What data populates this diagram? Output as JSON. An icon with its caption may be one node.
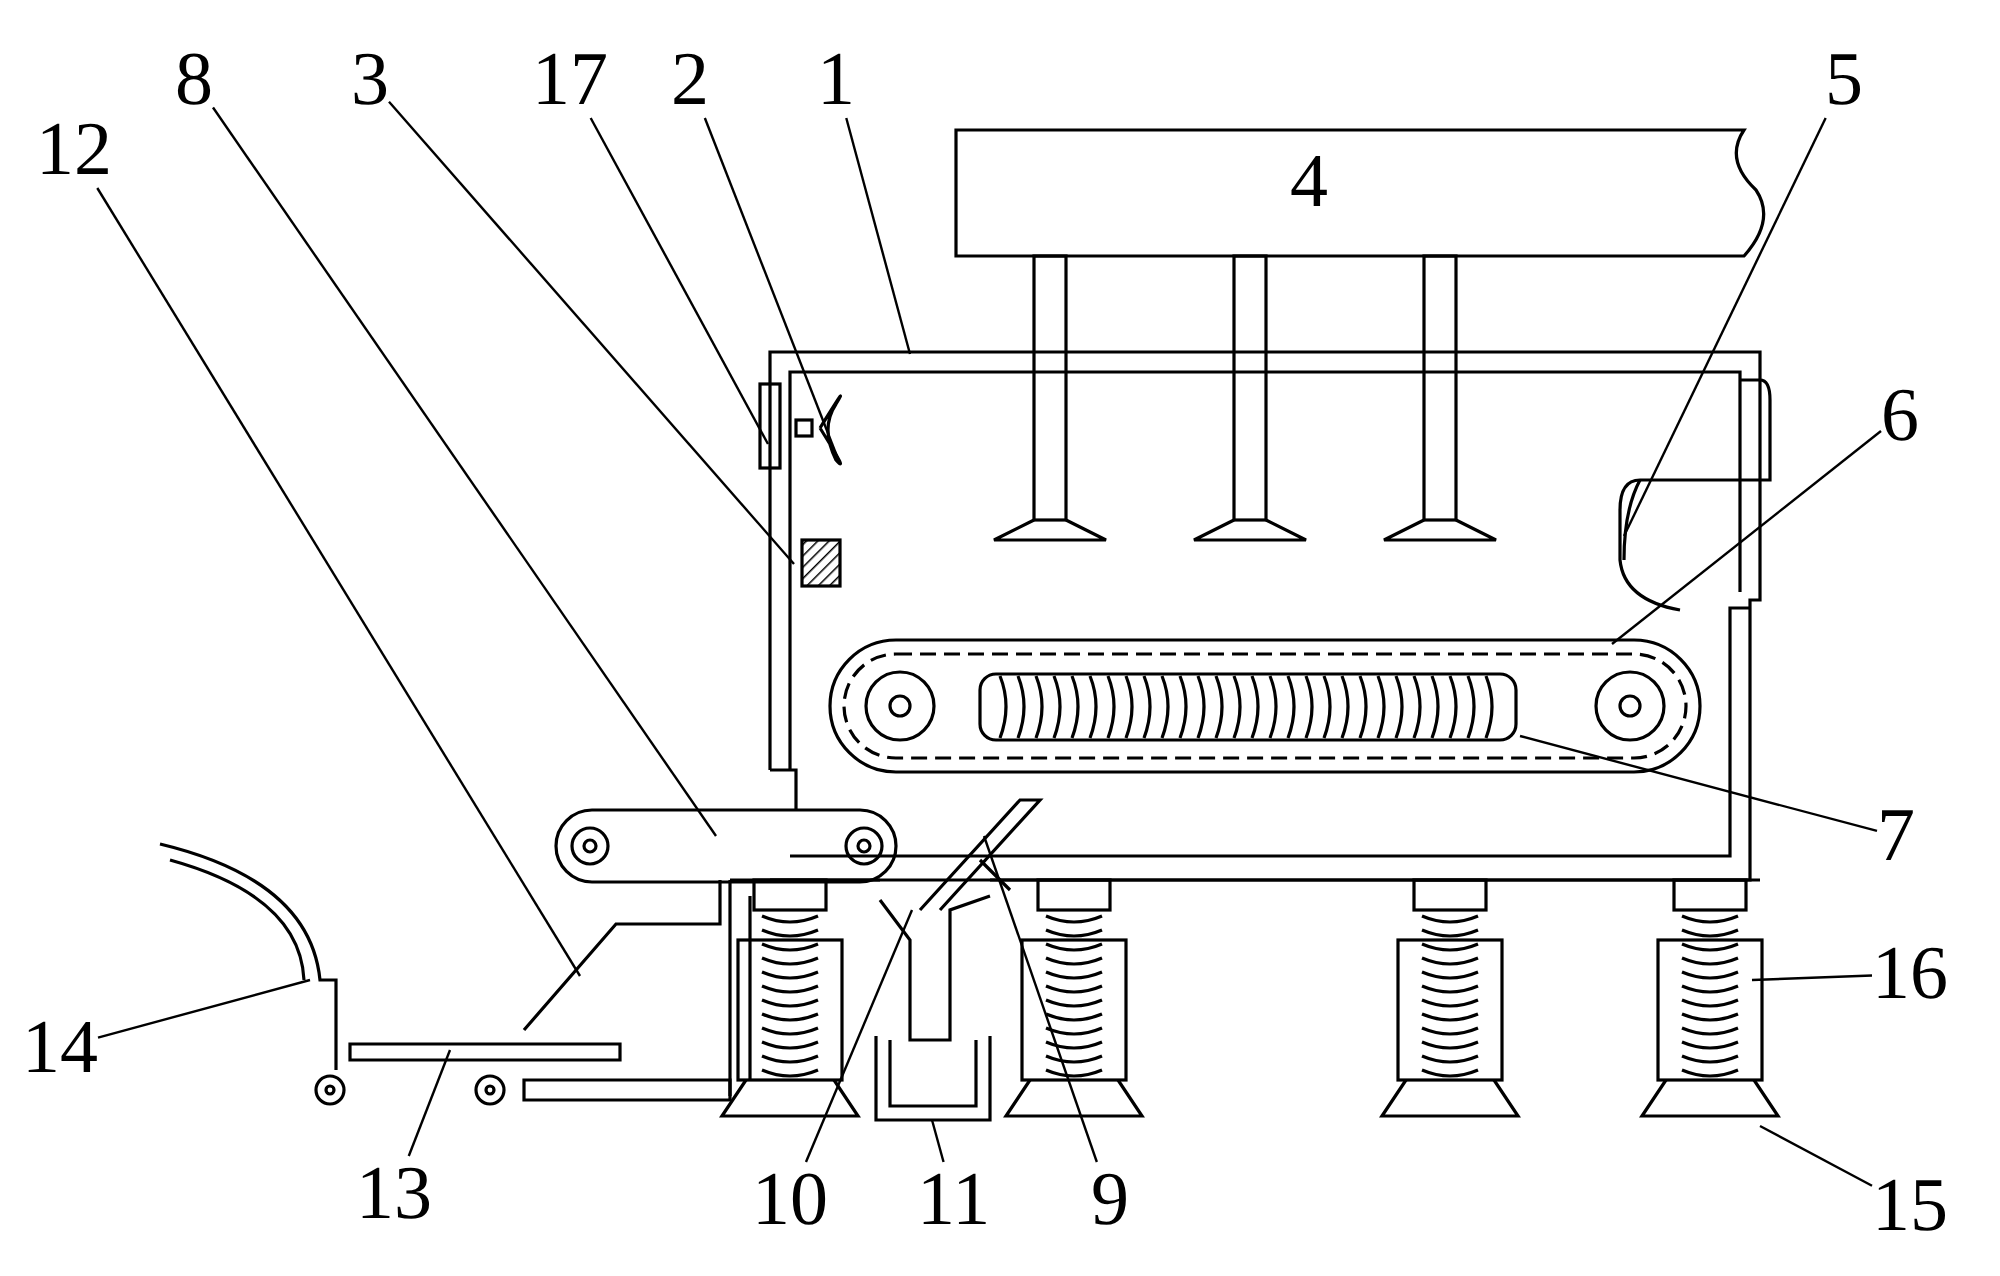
{
  "diagram": {
    "nodes": [
      {
        "text": [
          "8"
        ]
      },
      {
        "text": [
          "3"
        ]
      },
      {
        "text": [
          "17"
        ]
      },
      {
        "text": [
          "2"
        ]
      },
      {
        "text": [
          "1"
        ]
      },
      {
        "text": [
          "5"
        ]
      },
      {
        "text": [
          "12"
        ]
      },
      {
        "text": [
          "6"
        ]
      },
      {
        "text": [
          "7"
        ]
      },
      {
        "text": [
          "14"
        ]
      },
      {
        "text": [
          "16"
        ]
      },
      {
        "text": [
          "13"
        ]
      },
      {
        "text": [
          "10"
        ]
      },
      {
        "text": [
          "11"
        ]
      },
      {
        "text": [
          "9"
        ]
      },
      {
        "text": [
          "15"
        ]
      }
    ],
    "edges": [
      {
        "from": 0,
        "to": null,
        "arrow": "none"
      },
      {
        "from": 1,
        "to": null,
        "arrow": "none"
      },
      {
        "from": 2,
        "to": null,
        "arrow": "none"
      },
      {
        "from": 3,
        "to": null,
        "arrow": "none"
      },
      {
        "from": 4,
        "to": null,
        "arrow": "none"
      },
      {
        "from": 5,
        "to": null,
        "arrow": "none"
      },
      {
        "from": 6,
        "to": null,
        "arrow": "none"
      },
      {
        "from": 7,
        "to": null,
        "arrow": "none"
      },
      {
        "from": 8,
        "to": null,
        "arrow": "none"
      },
      {
        "from": 9,
        "to": null,
        "arrow": "none"
      },
      {
        "from": 10,
        "to": null,
        "arrow": "none"
      },
      {
        "from": 11,
        "to": null,
        "arrow": "none"
      },
      {
        "from": 12,
        "to": null,
        "arrow": "none"
      },
      {
        "from": 13,
        "to": null,
        "arrow": "none"
      },
      {
        "from": 14,
        "to": null,
        "arrow": "none"
      },
      {
        "from": 15,
        "to": null,
        "arrow": "none"
      }
    ],
    "labels": [
      "4"
    ]
  }
}
